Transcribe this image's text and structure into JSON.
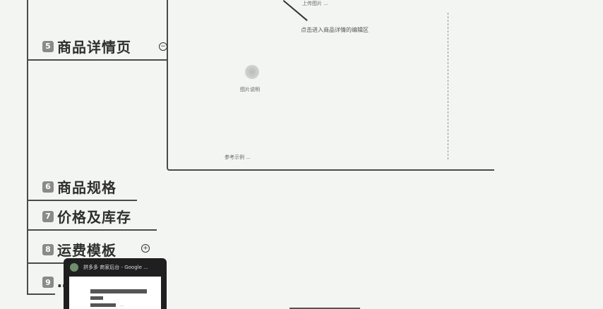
{
  "outline": {
    "nodes": [
      {
        "number": "5",
        "label": "商品详情页",
        "toggle": "−"
      },
      {
        "number": "6",
        "label": "商品规格"
      },
      {
        "number": "7",
        "label": "价格及库存"
      },
      {
        "number": "8",
        "label": "运费模板",
        "toggle": "+"
      },
      {
        "number": "9",
        "label": "…"
      }
    ]
  },
  "canvas": {
    "top_note": "上传图片 ...",
    "callout": "点击进入商品详情的编辑区",
    "image_caption": "图片说明",
    "footer_note": "参考示例 ..."
  },
  "taskbar_preview": {
    "title": "拼多多 商家后台 - Google ...",
    "thumb_text": "..."
  }
}
